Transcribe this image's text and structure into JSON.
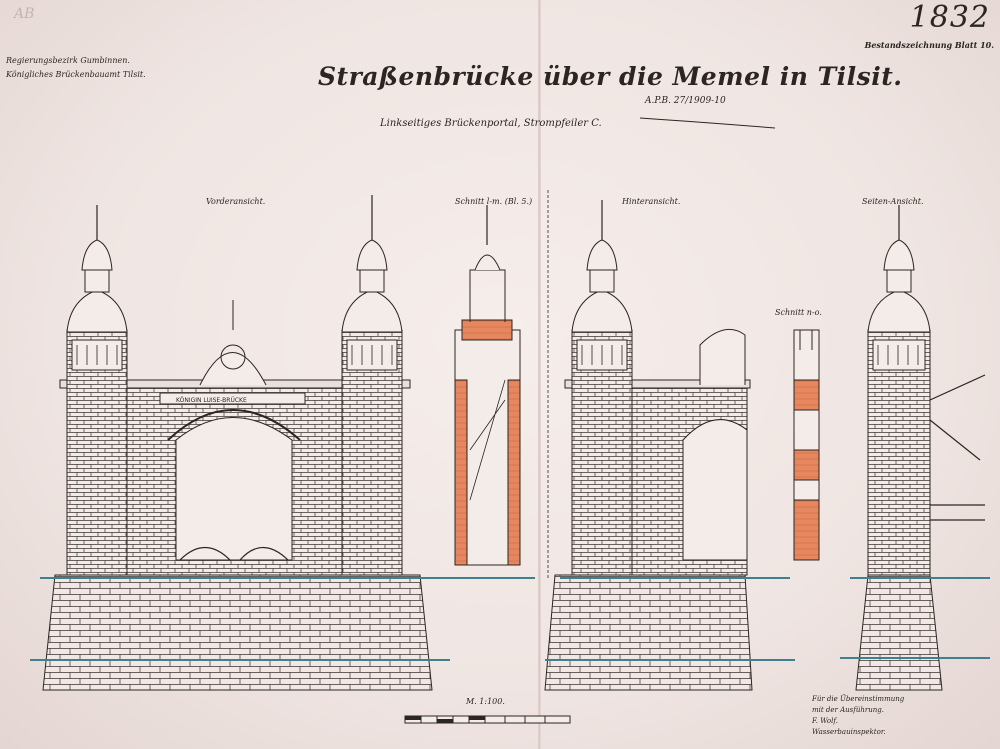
{
  "sheet": {
    "stamp": "AB",
    "sheet_number": "1832",
    "header_left": [
      "Regierungsbezirk Gumbinnen.",
      "Königliches Brückenbauamt Tilsit."
    ],
    "header_right": "Bestandszeichnung Blatt 10.",
    "title": "Straßenbrücke über die Memel in Tilsit.",
    "handwritten_note": "A.P.B. 27/1909-10",
    "subtitle": "Linkseitiges Brückenportal, Strompfeiler C."
  },
  "views": {
    "front": "Vorderansicht.",
    "section_lm": "Schnitt l-m. (Bl. 5.)",
    "rear": "Hinteransicht.",
    "section_no": "Schnitt n-o.",
    "side": "Seiten-Ansicht."
  },
  "inscriptions": {
    "portal_band": "KÖNIGIN LUISE-BRÜCKE"
  },
  "scale": {
    "label": "M. 1:100."
  },
  "approval": [
    "Für die Übereinstimmung",
    "mit der Ausführung.",
    "F. Wolf.",
    "Wasserbauinspektor."
  ],
  "colors": {
    "ink": "#2b2622",
    "brick_red": "#e6875f",
    "water_line": "#3f7f8f",
    "paper": "#f3ebe8"
  }
}
